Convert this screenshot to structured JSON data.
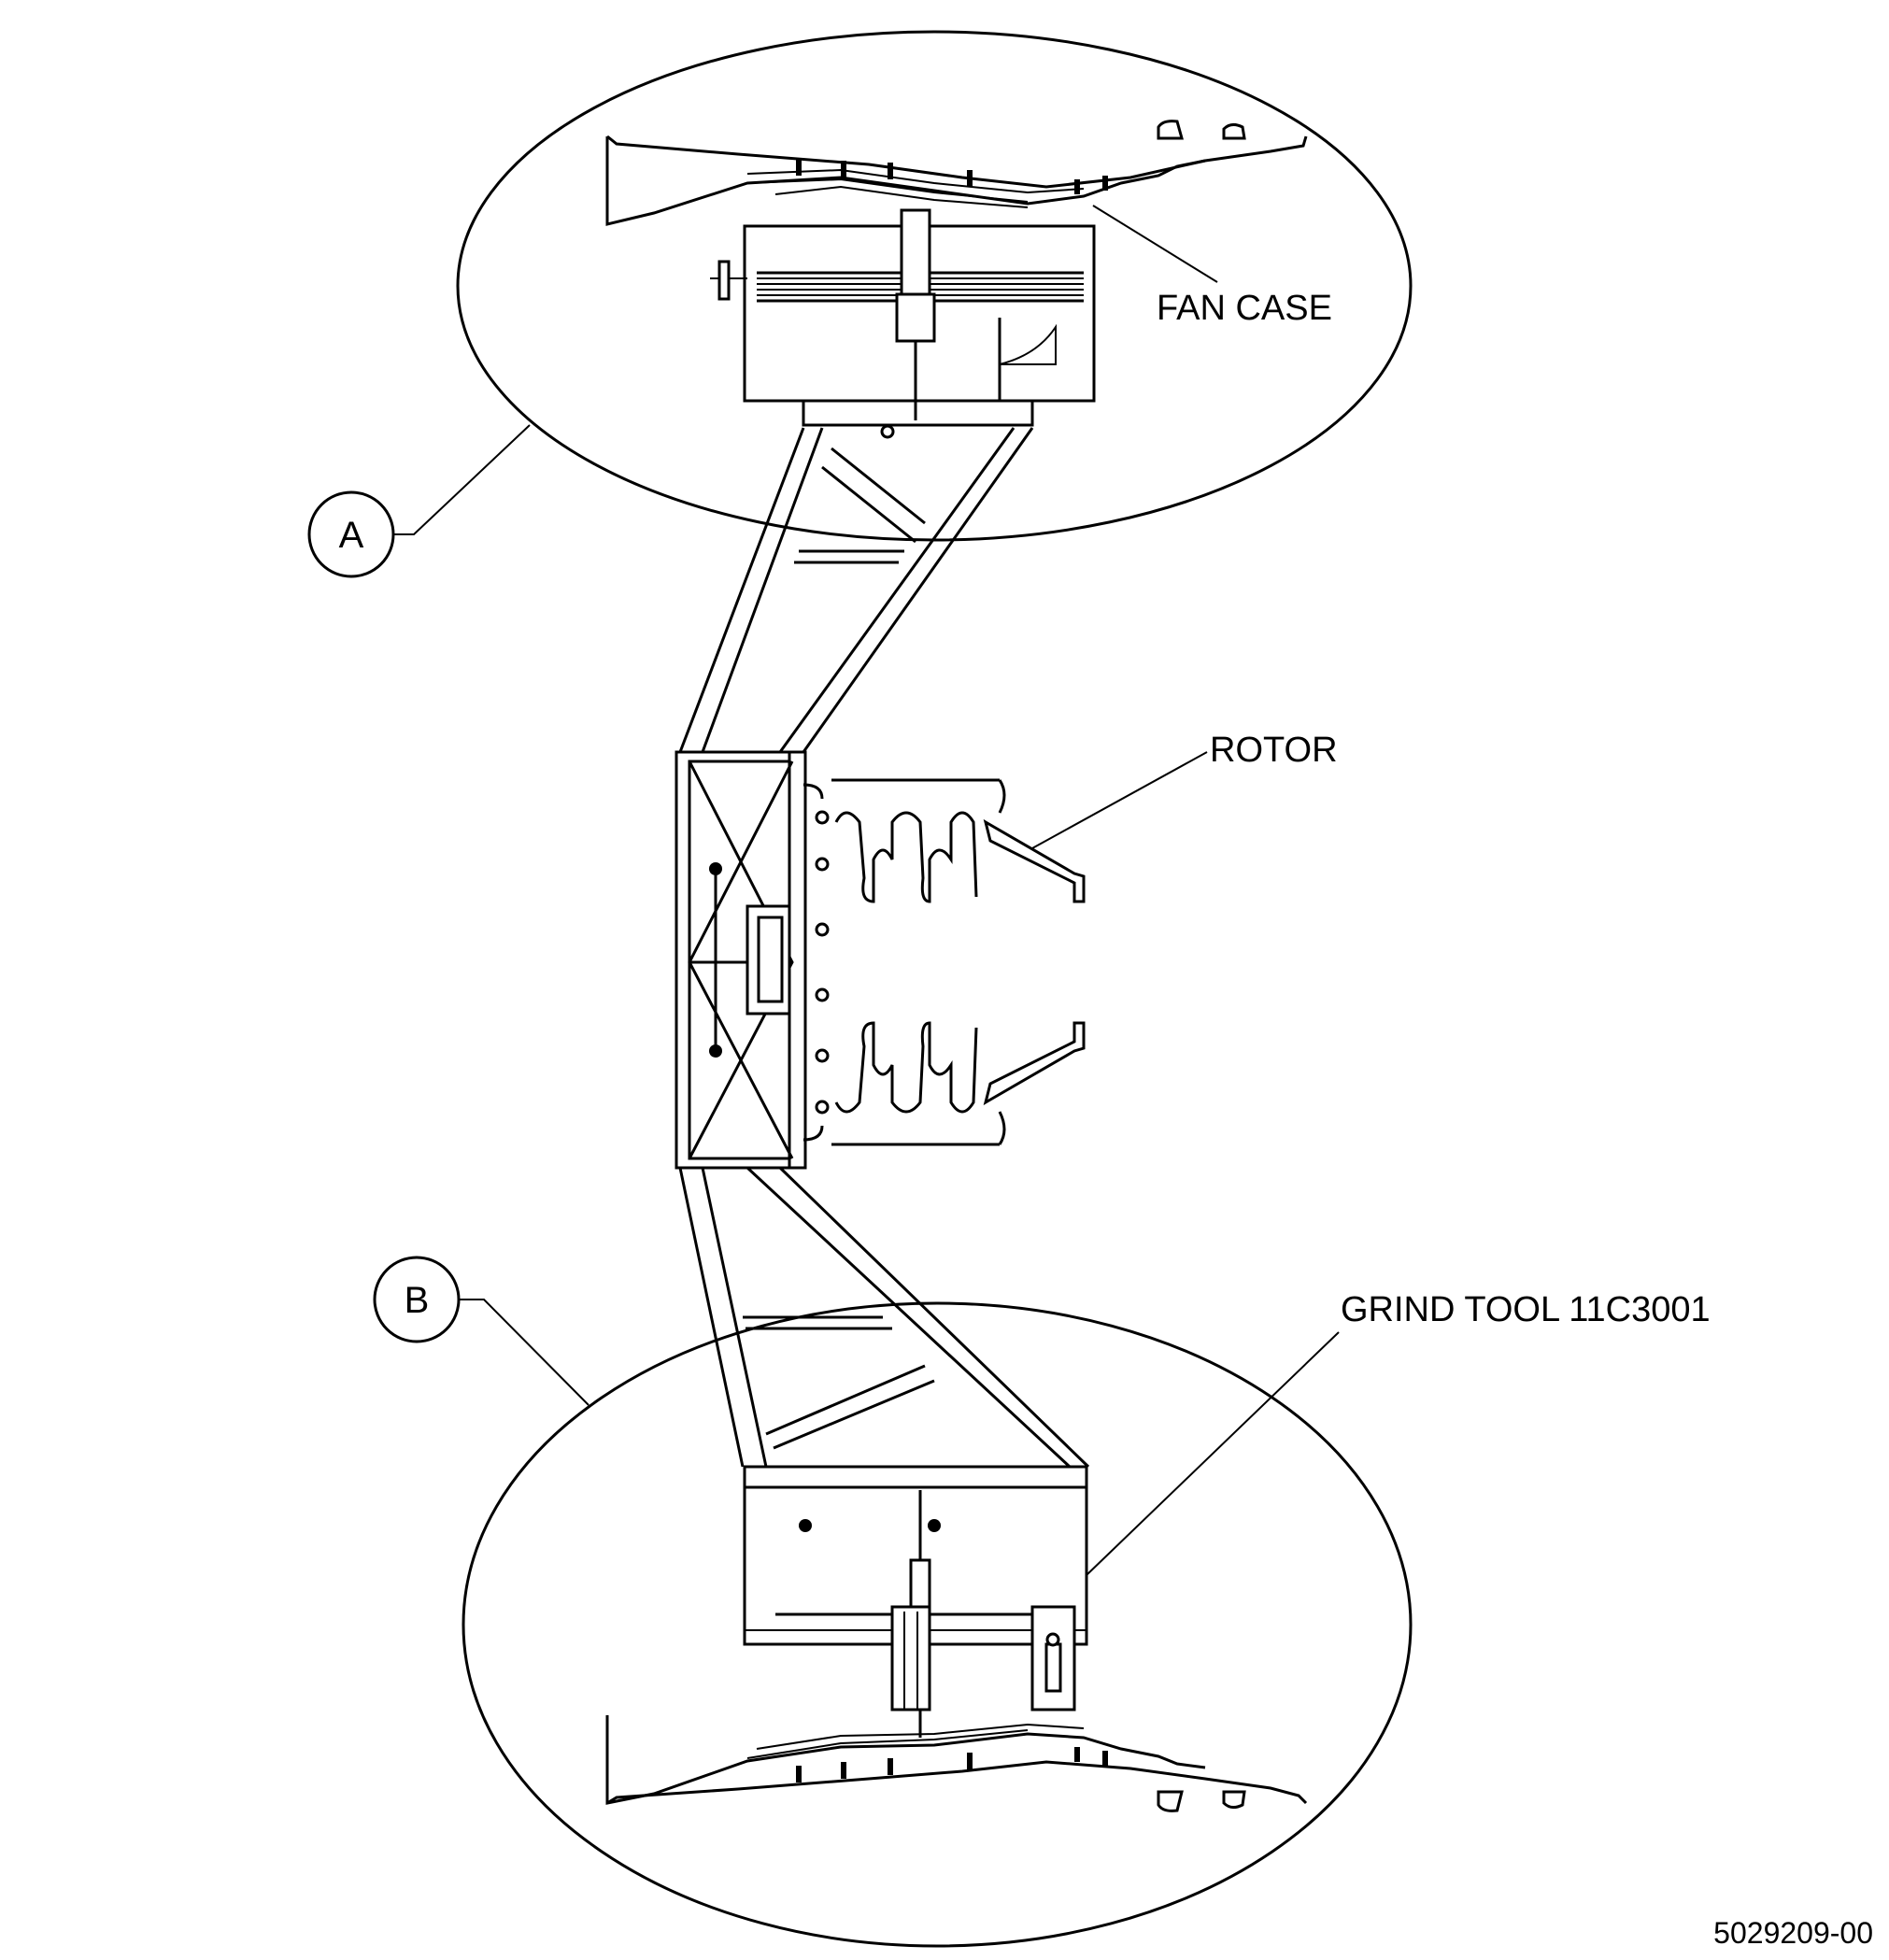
{
  "callouts": {
    "detail_a": "A",
    "detail_b": "B"
  },
  "labels": {
    "fan_case": "FAN CASE",
    "rotor": "ROTOR",
    "grind_tool": "GRIND TOOL 11C3001"
  },
  "drawing_number": "5029209-00"
}
